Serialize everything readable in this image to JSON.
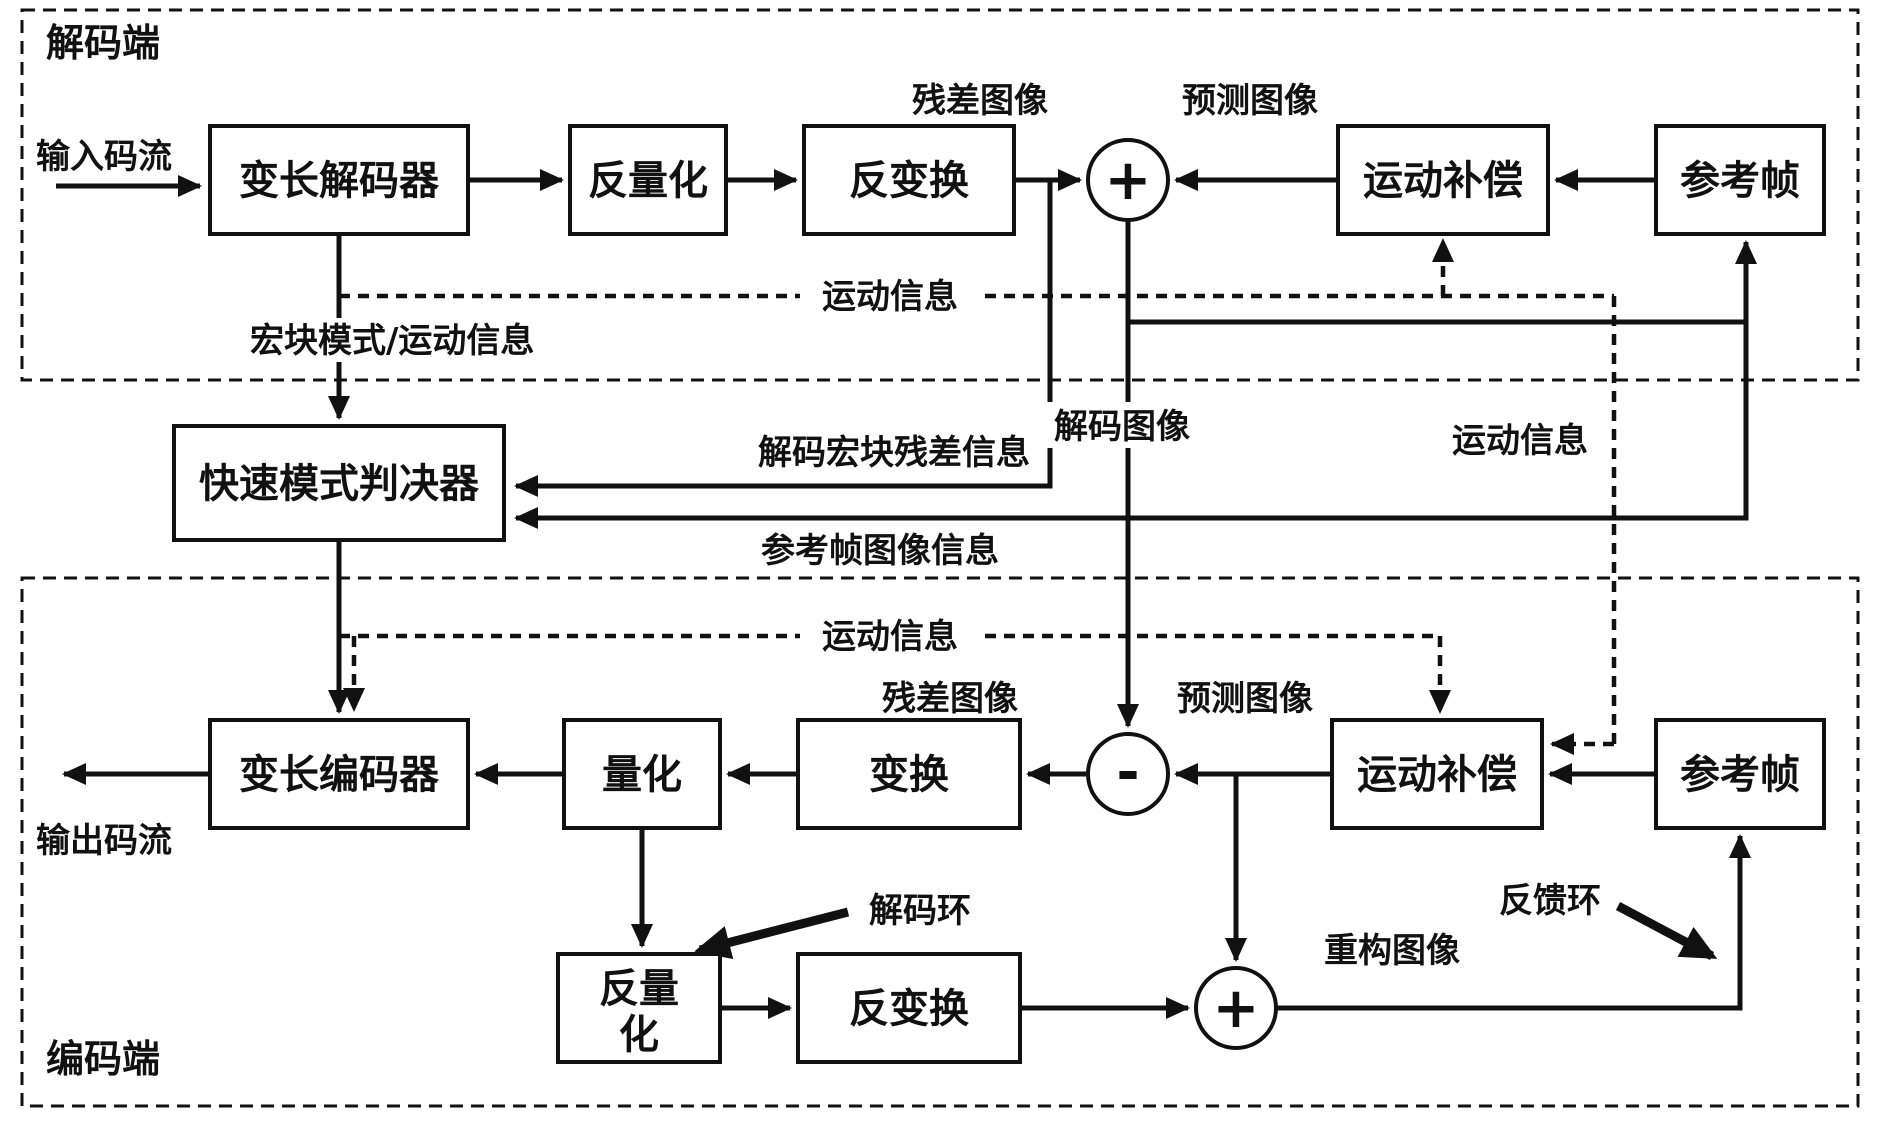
{
  "diagram": {
    "decoder": {
      "section_label": "解码端",
      "input_label": "输入码流",
      "vld": "变长解码器",
      "iq": "反量化",
      "it": "反变换",
      "plus": "+",
      "mc": "运动补偿",
      "ref": "参考帧",
      "residual_label": "残差图像",
      "prediction_label": "预测图像",
      "motion_info_label": "运动信息",
      "mb_mode_label": "宏块模式/运动信息",
      "decoded_image_label": "解码图像",
      "motion_info_right_label": "运动信息"
    },
    "middle": {
      "fast_mode": "快速模式判决器",
      "residual_info_label": "解码宏块残差信息",
      "ref_info_label": "参考帧图像信息"
    },
    "encoder": {
      "section_label": "编码端",
      "output_label": "输出码流",
      "vlc": "变长编码器",
      "quant": "量化",
      "transform": "变换",
      "minus": "-",
      "mc": "运动补偿",
      "ref": "参考帧",
      "iq_line1": "反量",
      "iq_line2": "化",
      "it": "反变换",
      "plus": "+",
      "residual_label": "残差图像",
      "prediction_label": "预测图像",
      "motion_info_label": "运动信息",
      "decode_loop_label": "解码环",
      "recon_label": "重构图像",
      "feedback_loop_label": "反馈环"
    }
  }
}
